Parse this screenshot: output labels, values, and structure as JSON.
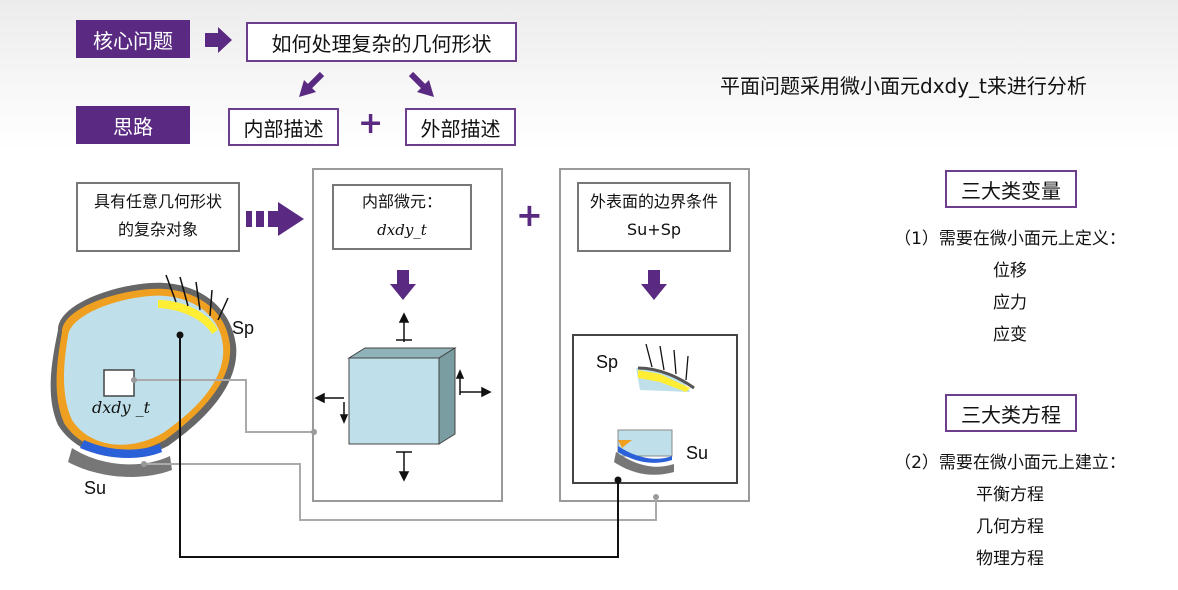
{
  "top": {
    "core_tag": "核心问题",
    "core_question": "如何处理复杂的几何形状",
    "idea_tag": "思路",
    "inner_desc": "内部描述",
    "plus": "+",
    "outer_desc": "外部描述",
    "note": "平面问题采用微小面元dxdy_t来进行分析"
  },
  "diagram": {
    "object_label": "具有任意几何形状的复杂对象",
    "micro_title": "内部微元：",
    "micro_formula": "dxdy_t",
    "plus": "+",
    "boundary_title": "外表面的边界条件Su+Sp",
    "sp_label": "Sp",
    "su_label": "Su",
    "body_formula": "dxdy _t",
    "inset_sp": "Sp",
    "inset_su": "Su"
  },
  "right": {
    "vars_title": "三大类变量",
    "vars_desc": "（1）需要在微小面元上定义：",
    "vars_items": [
      "位移",
      "应力",
      "应变"
    ],
    "eqs_title": "三大类方程",
    "eqs_desc": "（2）需要在微小面元上建立：",
    "eqs_items": [
      "平衡方程",
      "几何方程",
      "物理方程"
    ]
  },
  "colors": {
    "purple": "#5a2a82",
    "body_fill": "#bfe0ea",
    "orange_rim": "#f0a020",
    "yellow_sp": "#ffee33",
    "blue_su": "#2a60d8"
  }
}
